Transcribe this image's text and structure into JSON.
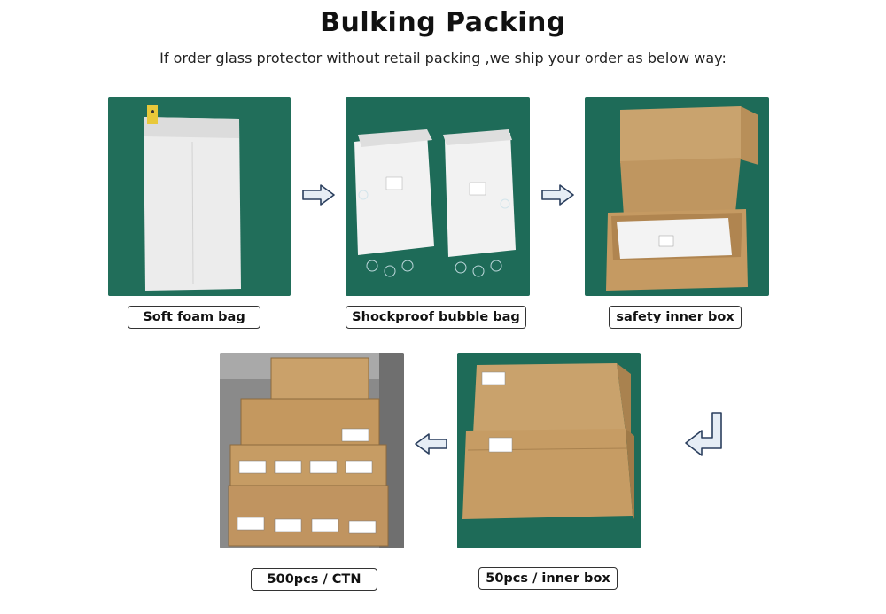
{
  "header": {
    "title": "Bulking Packing",
    "subtitle": "If order glass protector without retail packing ,we ship your order as below way:"
  },
  "steps": [
    {
      "label": "Soft foam bag"
    },
    {
      "label": "Shockproof bubble bag"
    },
    {
      "label": "safety inner box"
    },
    {
      "label": "50pcs / inner box"
    },
    {
      "label": "500pcs / CTN"
    }
  ],
  "colors": {
    "background_green": "#1e6b58",
    "cardboard": "#c8a06a",
    "arrow_fill": "#e6edf5",
    "arrow_stroke": "#2b3f5e"
  },
  "icons": [
    "arrow-right-icon",
    "arrow-left-icon",
    "arrow-turn-down-left-icon"
  ]
}
